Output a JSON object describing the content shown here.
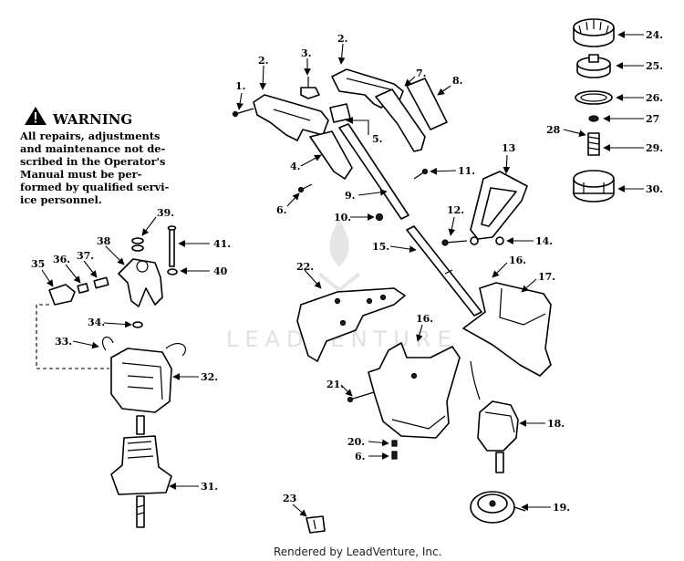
{
  "warning": {
    "title": "WARNING",
    "lines": [
      "All repairs, adjustments",
      "and maintenance not de-",
      "scribed in the Operator's",
      "Manual must be per-",
      "formed by qualified servi-",
      "ice personnel."
    ]
  },
  "watermark": "LEADVENTURE",
  "footer": "Rendered by LeadVenture, Inc.",
  "callouts": [
    "1.",
    "2.",
    "3.",
    "2.",
    "7.",
    "8.",
    "5.",
    "4.",
    "6.",
    "9.",
    "10.",
    "11.",
    "12.",
    "13",
    "14.",
    "15.",
    "16.",
    "16.",
    "17.",
    "18.",
    "19.",
    "20.",
    "6.",
    "21.",
    "22.",
    "23",
    "24.",
    "25.",
    "26.",
    "27",
    "28",
    "29.",
    "30.",
    "31.",
    "32.",
    "33.",
    "34.",
    "35",
    "36.",
    "37.",
    "38",
    "39.",
    "40",
    "41."
  ]
}
